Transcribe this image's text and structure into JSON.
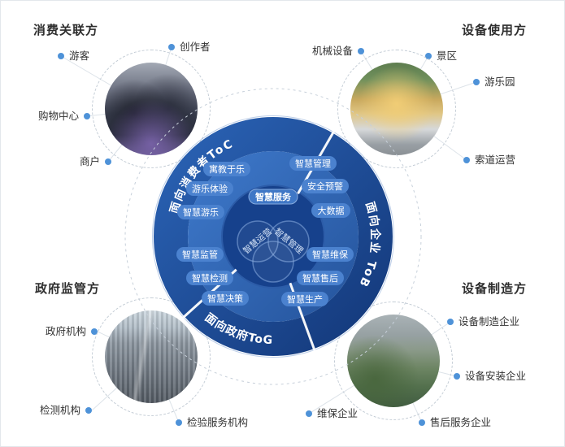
{
  "colors": {
    "accent": "#4e92d8",
    "outer_ring": "#1d4e9e",
    "middle_ring": "#2f6ab8",
    "core": "#16418c"
  },
  "sections": {
    "consumer": {
      "title": "消费关联方",
      "items": [
        "游客",
        "创作者",
        "购物中心",
        "商户"
      ]
    },
    "users": {
      "title": "设备使用方",
      "items": [
        "机械设备",
        "景区",
        "游乐园",
        "索道运营"
      ]
    },
    "government": {
      "title": "政府监管方",
      "items": [
        "政府机构",
        "检测机构",
        "检验服务机构"
      ]
    },
    "manufacturers": {
      "title": "设备制造方",
      "items": [
        "设备制造企业",
        "设备安装企业",
        "维保企业",
        "售后服务企业"
      ]
    }
  },
  "wheel": {
    "arcs": {
      "toc": "面向消费者ToC",
      "tob": "面向企业 ToB",
      "tog": "面向政府ToG"
    },
    "left_pills": [
      "寓教于乐",
      "游乐体验",
      "智慧游乐",
      "智慧监管",
      "智慧检测",
      "智慧决策"
    ],
    "right_pills": [
      "智慧管理",
      "安全预警",
      "大数据",
      "智慧维保",
      "智慧售后",
      "智慧生产"
    ],
    "core": {
      "service": "智慧服务",
      "operation": "智慧运营",
      "management": "智慧管理"
    }
  }
}
